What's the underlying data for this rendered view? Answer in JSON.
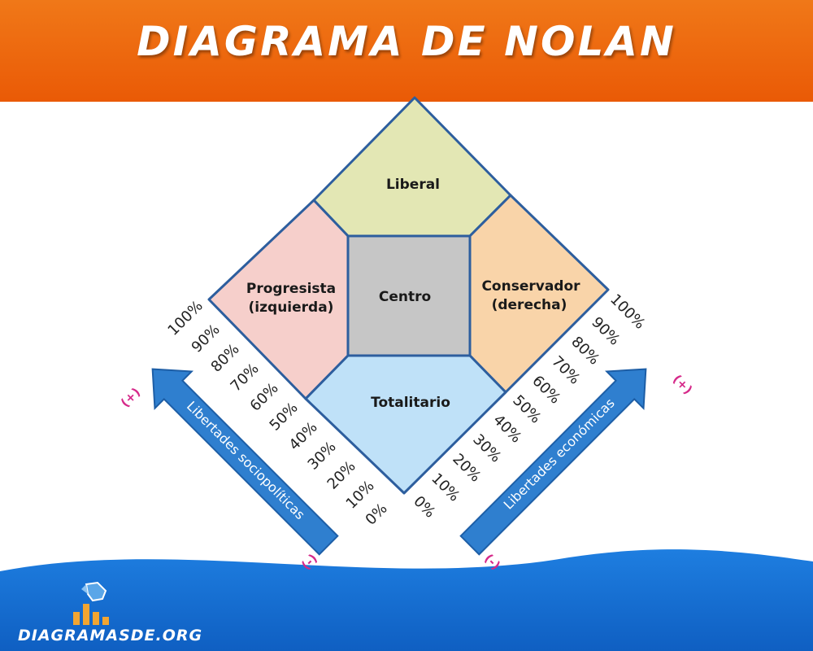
{
  "title": "DIAGRAMA DE NOLAN",
  "regions": {
    "liberal": "Liberal",
    "progresista_1": "Progresista",
    "progresista_2": "(izquierda)",
    "centro": "Centro",
    "conservador_1": "Conservador",
    "conservador_2": "(derecha)",
    "totalitario": "Totalitario"
  },
  "scale_left": [
    "100%",
    "90%",
    "80%",
    "70%",
    "60%",
    "50%",
    "40%",
    "30%",
    "20%",
    "10%",
    "0%"
  ],
  "scale_right": [
    "0%",
    "10%",
    "20%",
    "30%",
    "40%",
    "50%",
    "60%",
    "70%",
    "80%",
    "90%",
    "100%"
  ],
  "axes": {
    "left_label": "Libertades sociopolíticas",
    "right_label": "Libertades económicas",
    "plus": "(+)",
    "minus": "(-)"
  },
  "brand": "DIAGRAMASDE.ORG",
  "colors": {
    "header": "#ea5a06",
    "liberal": "#e3e7b4",
    "progresista": "#f6cfcb",
    "centro": "#c6c6c6",
    "conservador": "#f9d4a9",
    "totalitario": "#bfe1f8",
    "outline": "#2d5e9e",
    "arrow": "#2f7fcf",
    "sign": "#d62a8a"
  }
}
